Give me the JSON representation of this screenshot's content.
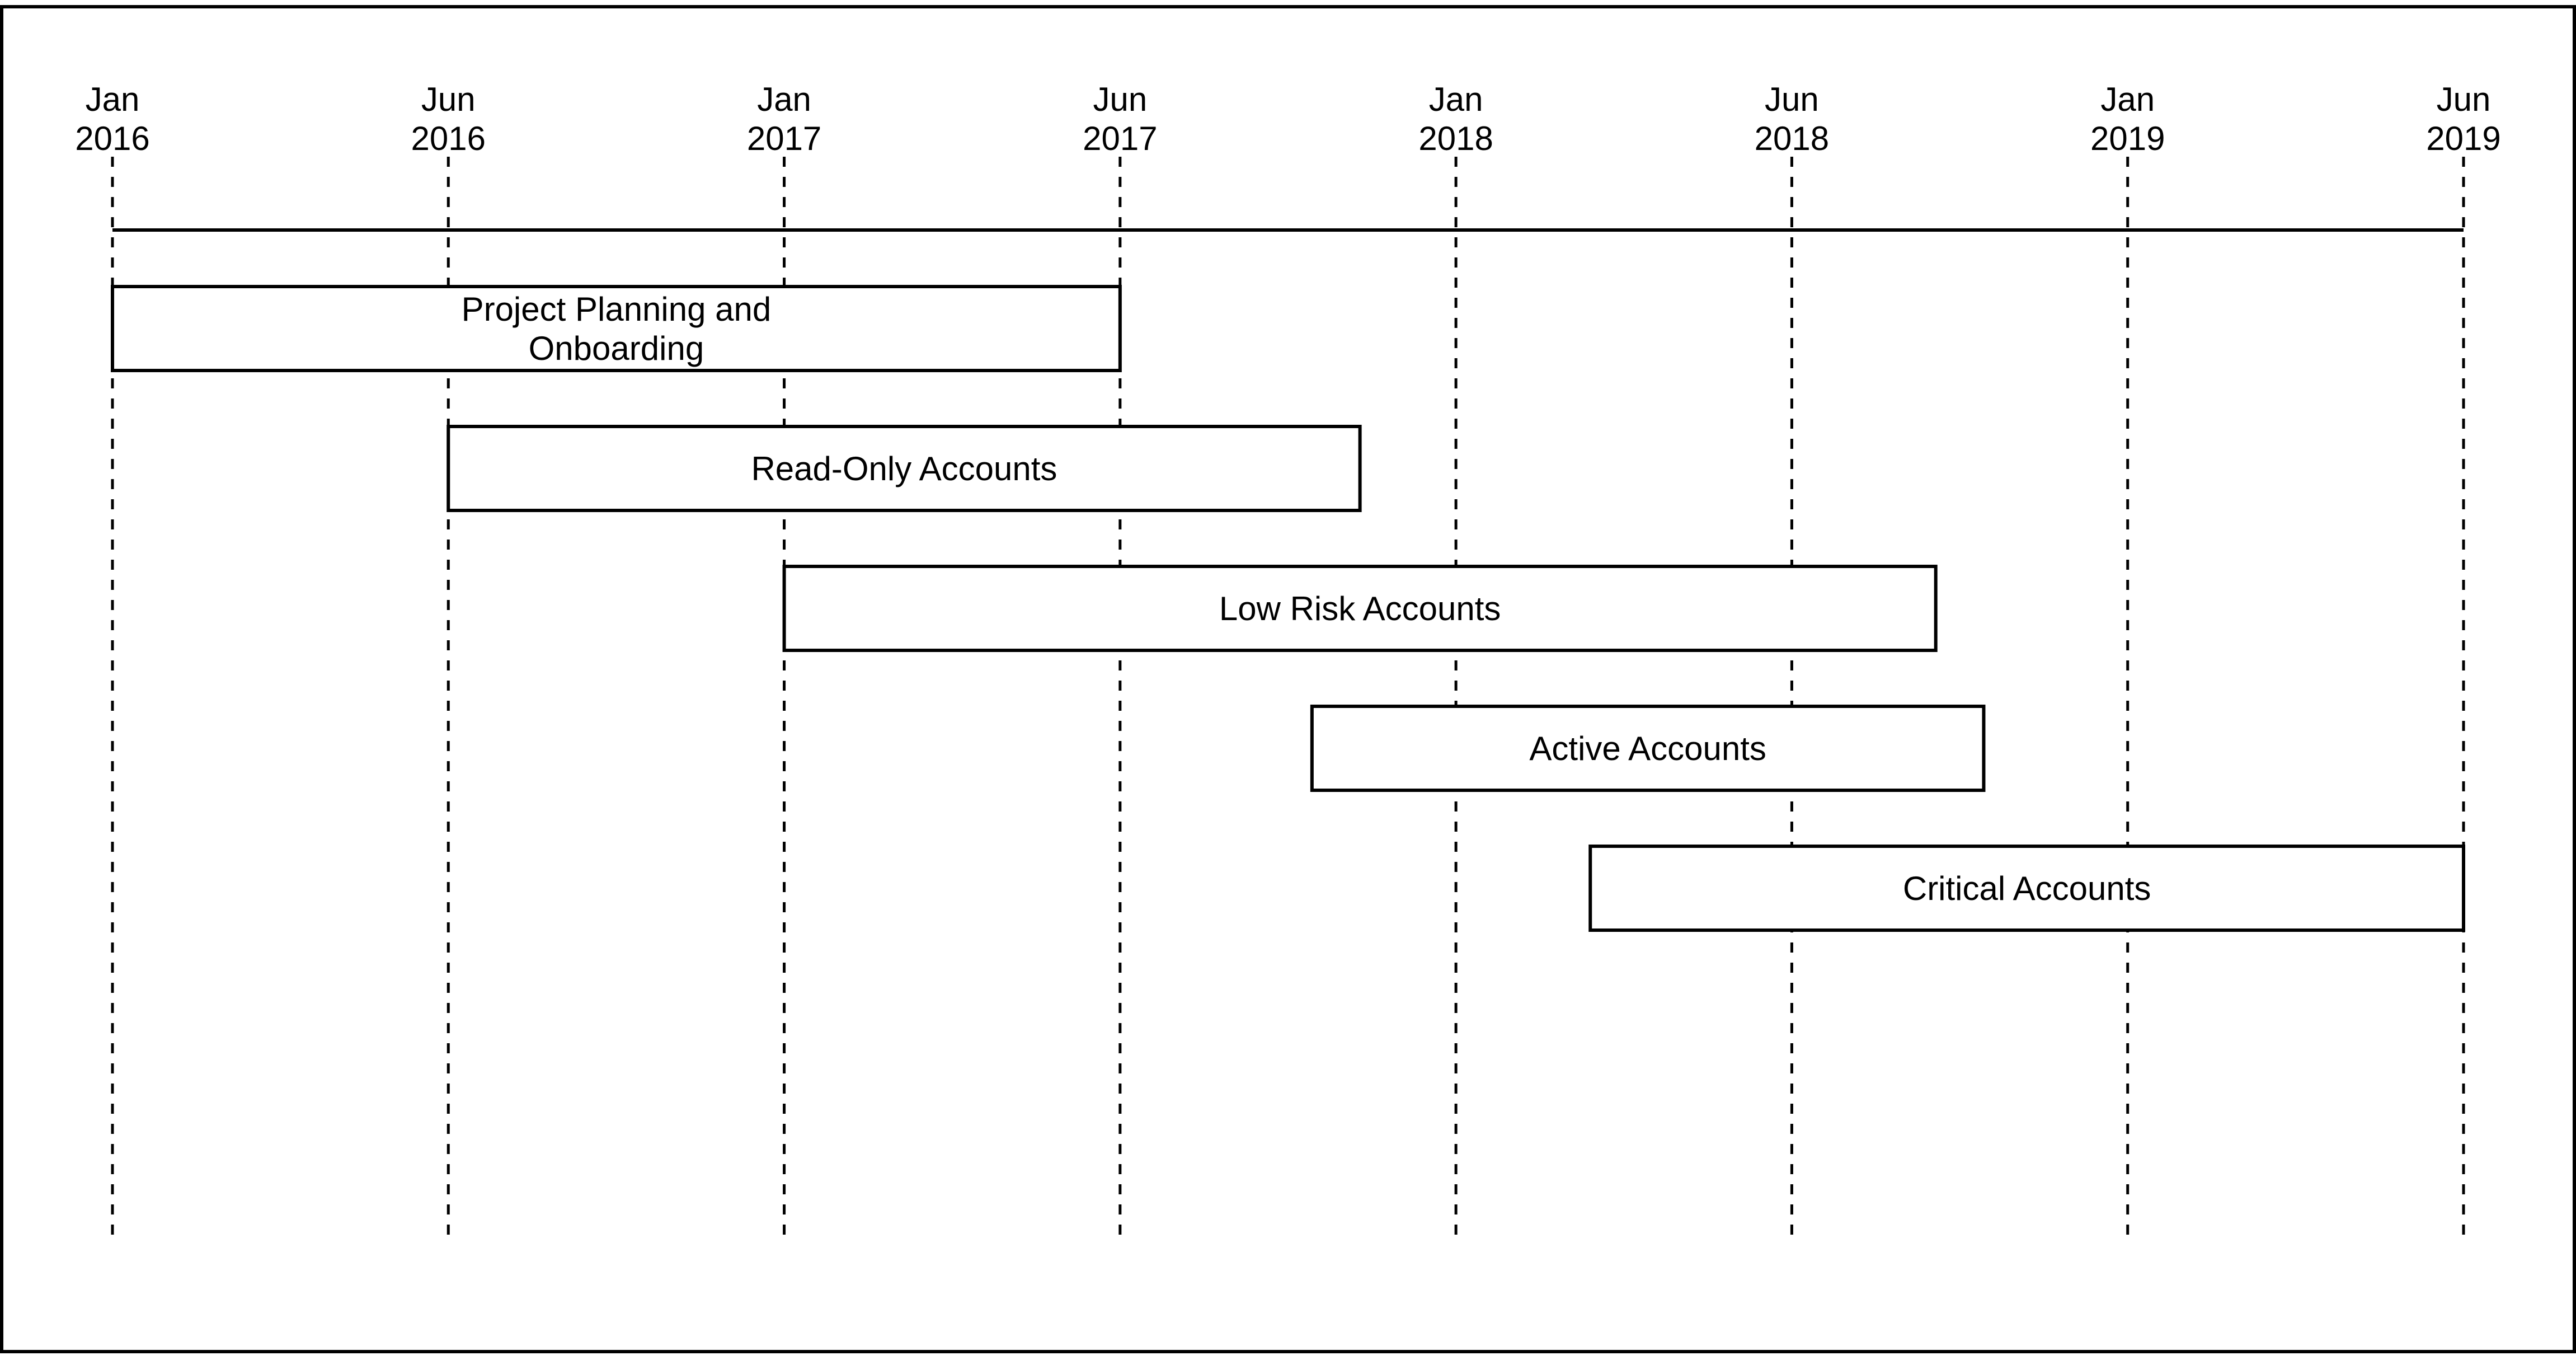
{
  "timeline": {
    "ticks": [
      {
        "month": "Jan",
        "year": "2016"
      },
      {
        "month": "Jun",
        "year": "2016"
      },
      {
        "month": "Jan",
        "year": "2017"
      },
      {
        "month": "Jun",
        "year": "2017"
      },
      {
        "month": "Jan",
        "year": "2018"
      },
      {
        "month": "Jun",
        "year": "2018"
      },
      {
        "month": "Jan",
        "year": "2019"
      },
      {
        "month": "Jun",
        "year": "2019"
      }
    ],
    "phases": [
      {
        "lines": [
          "Project Planning and",
          "Onboarding"
        ],
        "start": "2016-01",
        "end": "2017-06"
      },
      {
        "lines": [
          "Read-Only Accounts"
        ],
        "start": "2016-06",
        "end": "2017-11"
      },
      {
        "lines": [
          "Low Risk Accounts"
        ],
        "start": "2017-01",
        "end": "2018-09"
      },
      {
        "lines": [
          "Active Accounts"
        ],
        "start": "2017-10",
        "end": "2018-10"
      },
      {
        "lines": [
          "Critical Accounts"
        ],
        "start": "2018-03",
        "end": "2019-06"
      }
    ]
  }
}
